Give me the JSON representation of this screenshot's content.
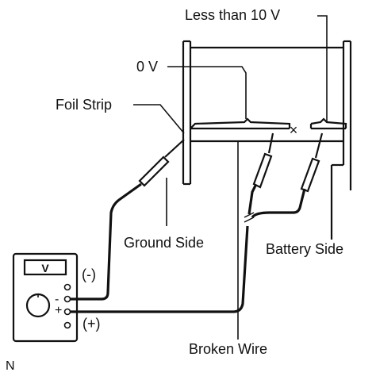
{
  "labels": {
    "less_than": "Less than 10 V",
    "zero_v": "0 V",
    "foil_strip": "Foil Strip",
    "ground_side": "Ground Side",
    "battery_side": "Battery Side",
    "broken_wire": "Broken Wire",
    "negative": "(-)",
    "positive": "(+)",
    "meter_display": "V",
    "corner_mark": "N",
    "break_mark": "×"
  }
}
